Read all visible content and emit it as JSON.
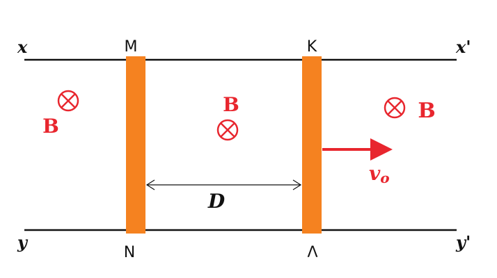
{
  "labels": {
    "rail_top_left": "x",
    "rail_top_right": "x'",
    "rail_bottom_left": "y",
    "rail_bottom_right": "y'",
    "rod_left_top": "M",
    "rod_left_bottom": "N",
    "rod_right_top": "K",
    "rod_right_bottom": "Λ",
    "distance": "D",
    "velocity": "vo"
  },
  "field": {
    "symbol": "B",
    "direction": "into-page",
    "direction_glyph": "⊗"
  },
  "colors": {
    "rail": "#111111",
    "rod": "#f58220",
    "field": "#e8262e",
    "velocity_arrow": "#e8262e",
    "dimension_line": "#111111"
  }
}
